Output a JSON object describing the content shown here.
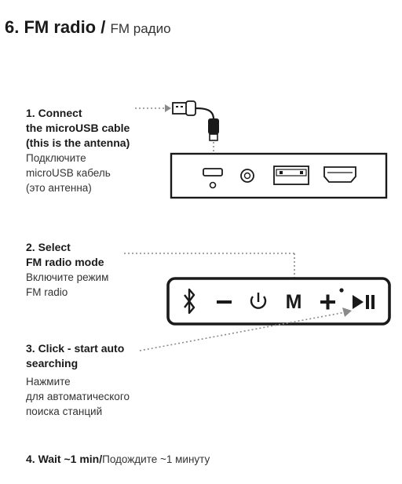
{
  "heading": {
    "number_en": "6. FM radio",
    "separator": "/",
    "ru": "FM радио"
  },
  "steps": [
    {
      "en_lines": [
        "1. Connect",
        "the microUSB cable",
        "(this is the antenna)"
      ],
      "ru_lines": [
        "Подключите",
        "microUSB кабель",
        "(это антенна)"
      ]
    },
    {
      "en_lines": [
        "2. Select",
        "FM radio mode"
      ],
      "ru_lines": [
        "Включите режим",
        "FM radio"
      ]
    },
    {
      "en_lines": [
        "3. Click - start auto",
        "searching"
      ],
      "ru_lines": [
        "Нажмите",
        "для автоматического",
        "поиска станций"
      ]
    },
    {
      "en": "4. Wait ~1 min/",
      "ru": "Подождите ~1 минуту"
    }
  ],
  "control_panel": {
    "buttons": [
      {
        "name": "bluetooth-icon",
        "label": ""
      },
      {
        "name": "minus-button",
        "label": "–"
      },
      {
        "name": "power-icon",
        "label": ""
      },
      {
        "name": "mode-button",
        "label": "M"
      },
      {
        "name": "plus-button",
        "label": "+"
      },
      {
        "name": "play-pause-icon",
        "label": ""
      }
    ]
  },
  "colors": {
    "ink": "#1a1a1a",
    "dotted_line": "#8a8a8a"
  }
}
